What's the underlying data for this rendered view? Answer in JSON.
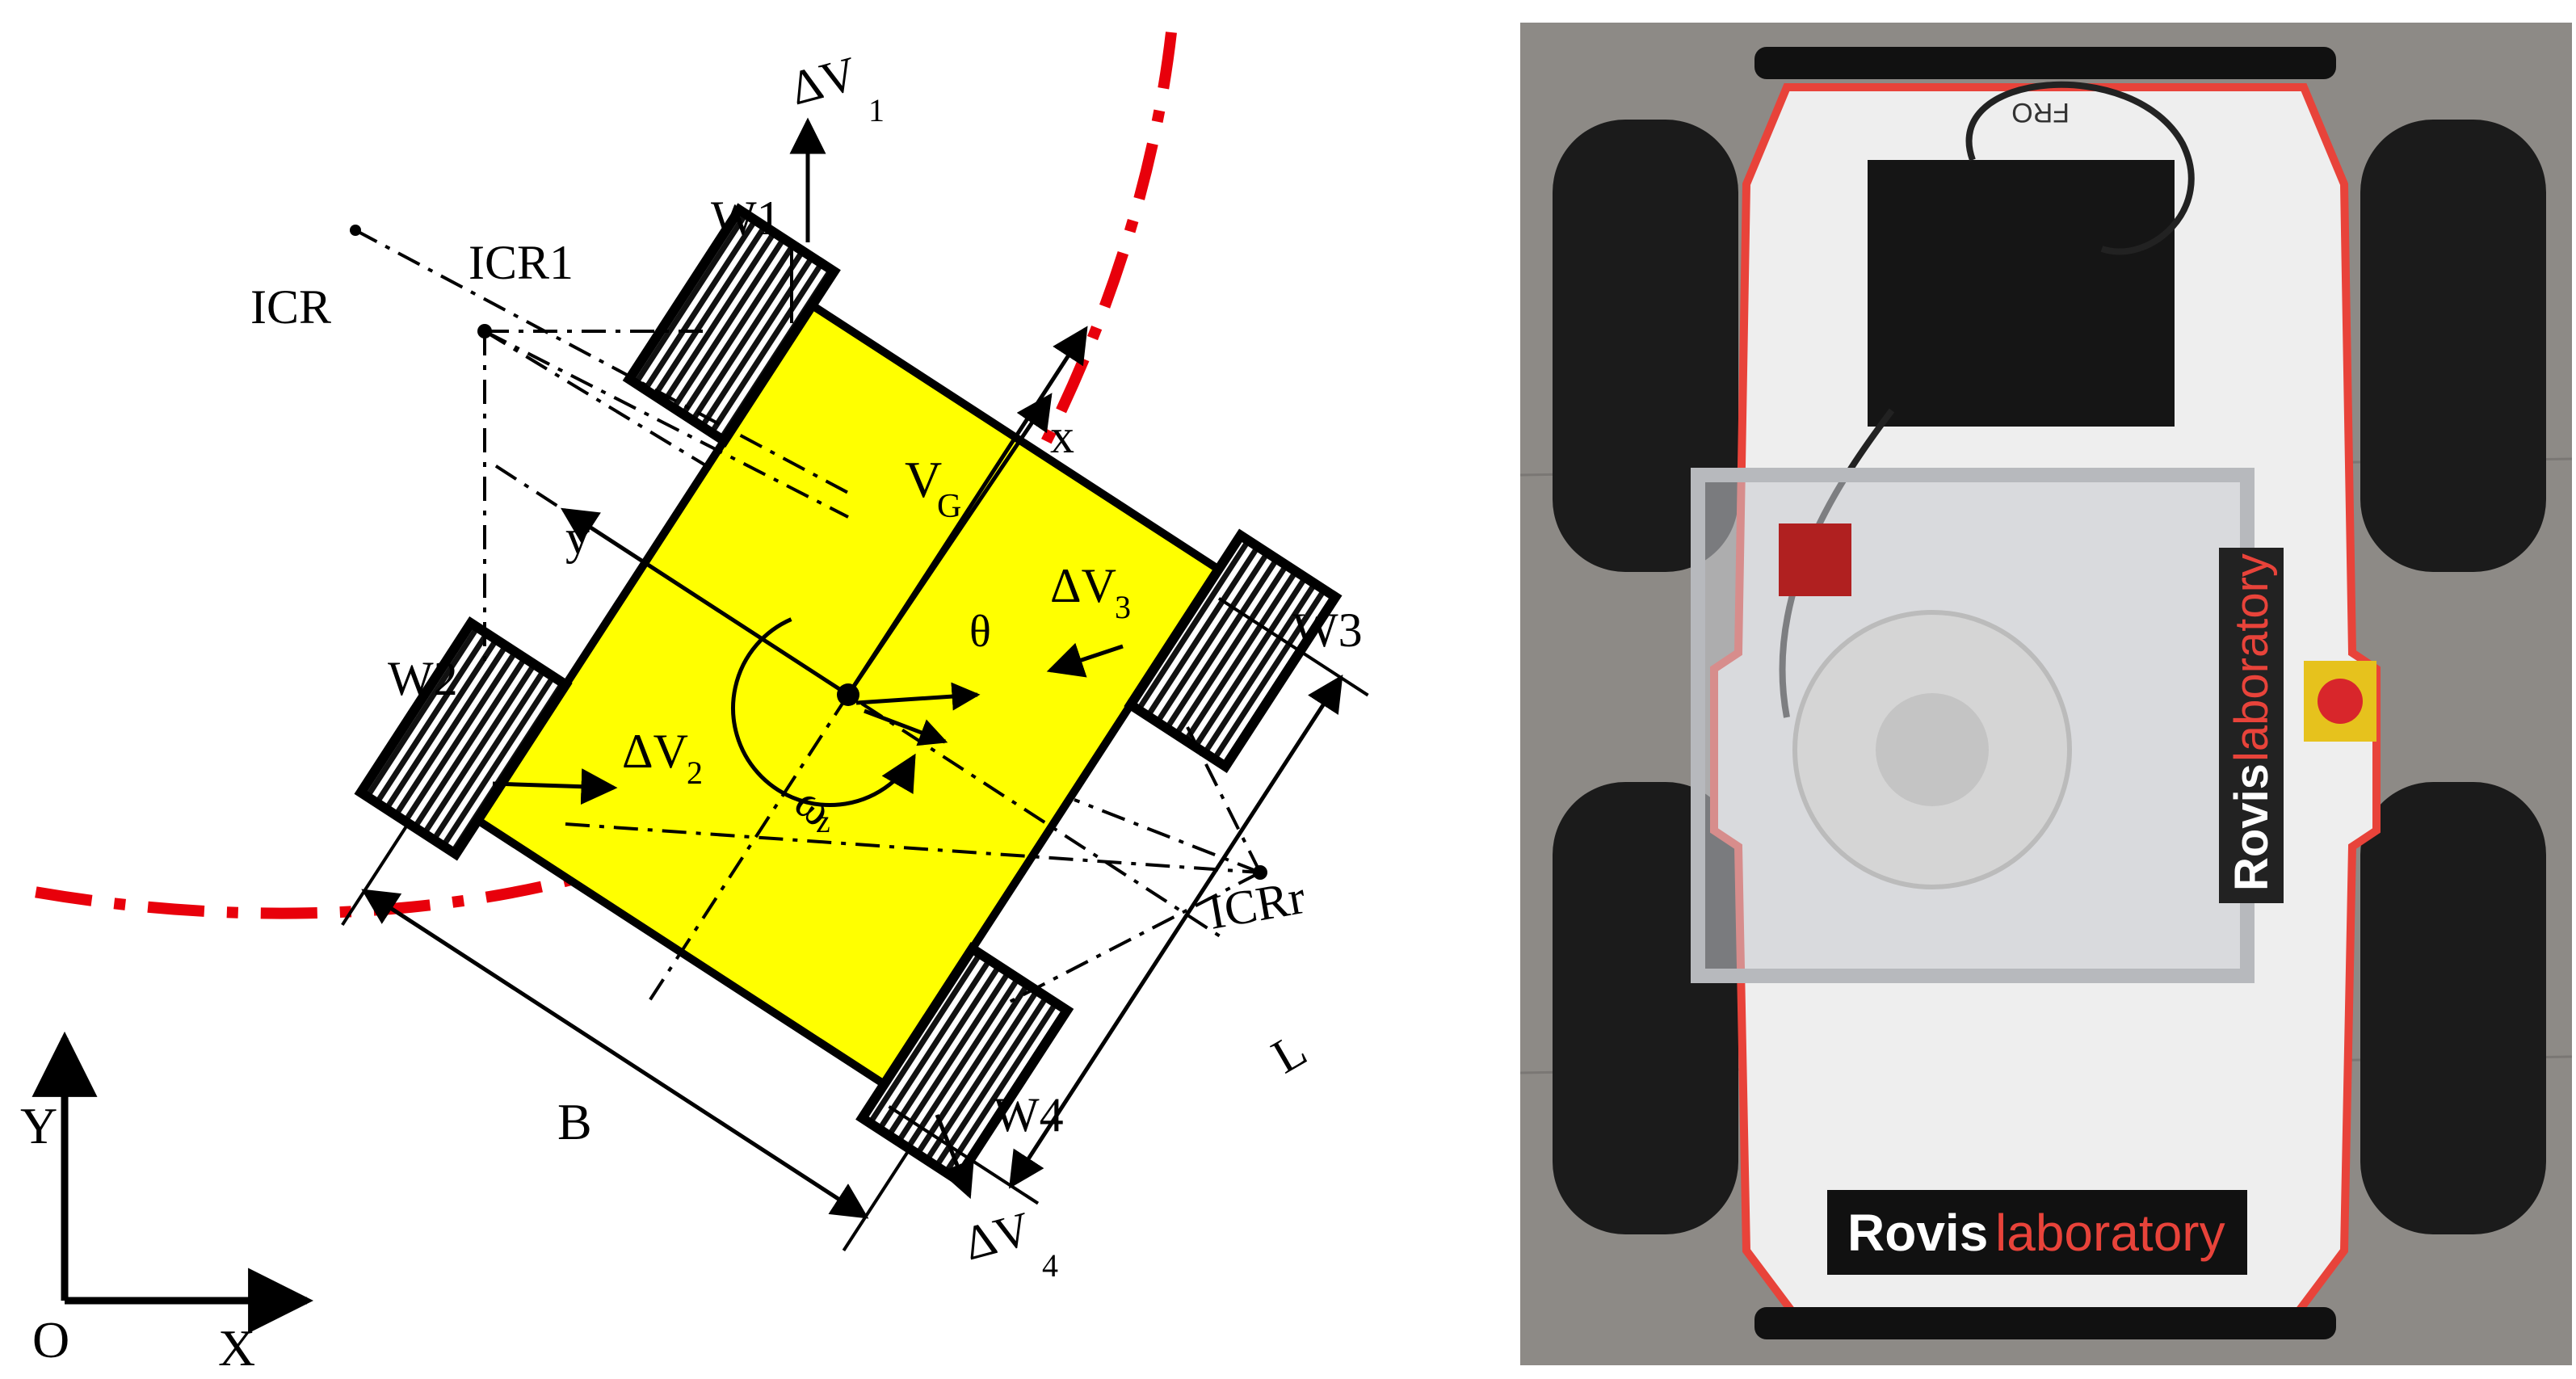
{
  "diagram": {
    "labels": {
      "dv1": "ΔV",
      "dv1_sub": "1",
      "dv2": "ΔV",
      "dv2_sub": "2",
      "dv3": "ΔV",
      "dv3_sub": "3",
      "dv4": "ΔV",
      "dv4_sub": "4",
      "w1": "W1",
      "w2": "W2",
      "w3": "W3",
      "w4": "W4",
      "icr": "ICR",
      "icr1": "ICR1",
      "icrr": "ICRr",
      "x_axis": "x",
      "y_axis": "y",
      "vg": "V",
      "vg_sub": "G",
      "theta": "θ",
      "omega": "ω",
      "omega_sub": "z",
      "b": "B",
      "l": "L",
      "global_y": "Y",
      "global_x": "X",
      "origin": "O"
    },
    "colors": {
      "body": "#ffff00",
      "trajectory": "#e8000b",
      "ink": "#000000"
    }
  },
  "photo": {
    "brand_bold": "Rovis",
    "brand_light": "laboratory",
    "front_text": "FRO"
  }
}
